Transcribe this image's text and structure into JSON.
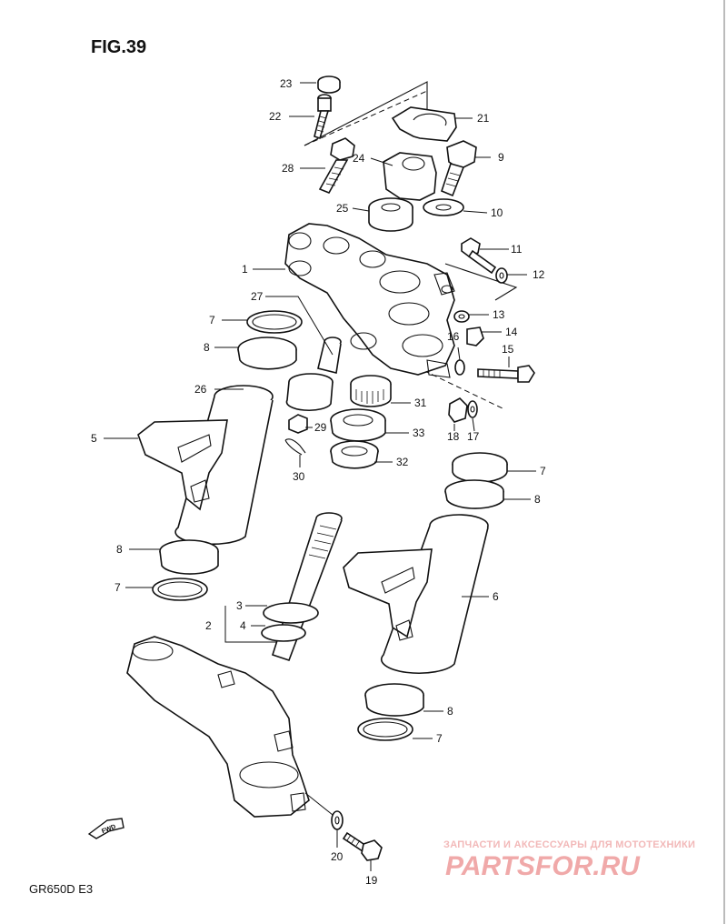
{
  "figure": {
    "title": "FIG.39",
    "model_code": "GR650D  E3",
    "fwd_label": "FWD"
  },
  "callouts": [
    {
      "id": "c23",
      "label": "23"
    },
    {
      "id": "c22",
      "label": "22"
    },
    {
      "id": "c21",
      "label": "21"
    },
    {
      "id": "c24",
      "label": "24"
    },
    {
      "id": "c9",
      "label": "9"
    },
    {
      "id": "c28",
      "label": "28"
    },
    {
      "id": "c25",
      "label": "25"
    },
    {
      "id": "c10",
      "label": "10"
    },
    {
      "id": "c11",
      "label": "11"
    },
    {
      "id": "c1",
      "label": "1"
    },
    {
      "id": "c12",
      "label": "12"
    },
    {
      "id": "c27",
      "label": "27"
    },
    {
      "id": "c13",
      "label": "13"
    },
    {
      "id": "c7a",
      "label": "7"
    },
    {
      "id": "c16",
      "label": "16"
    },
    {
      "id": "c14",
      "label": "14"
    },
    {
      "id": "c8a",
      "label": "8"
    },
    {
      "id": "c15",
      "label": "15"
    },
    {
      "id": "c26",
      "label": "26"
    },
    {
      "id": "c31",
      "label": "31"
    },
    {
      "id": "c29",
      "label": "29"
    },
    {
      "id": "c33",
      "label": "33"
    },
    {
      "id": "c18",
      "label": "18"
    },
    {
      "id": "c17",
      "label": "17"
    },
    {
      "id": "c5",
      "label": "5"
    },
    {
      "id": "c32",
      "label": "32"
    },
    {
      "id": "c30",
      "label": "30"
    },
    {
      "id": "c7b",
      "label": "7"
    },
    {
      "id": "c8b",
      "label": "8"
    },
    {
      "id": "c8c",
      "label": "8"
    },
    {
      "id": "c7c",
      "label": "7"
    },
    {
      "id": "c6",
      "label": "6"
    },
    {
      "id": "c3",
      "label": "3"
    },
    {
      "id": "c2",
      "label": "2"
    },
    {
      "id": "c4",
      "label": "4"
    },
    {
      "id": "c8d",
      "label": "8"
    },
    {
      "id": "c7d",
      "label": "7"
    },
    {
      "id": "c20",
      "label": "20"
    },
    {
      "id": "c19",
      "label": "19"
    }
  ],
  "watermark": {
    "tagline": "ЗАПЧАСТИ И АКСЕССУАРЫ ДЛЯ МОТОТЕХНИКИ",
    "logo_text": "PARTSFOR.RU",
    "color": "#f0a9a9"
  }
}
